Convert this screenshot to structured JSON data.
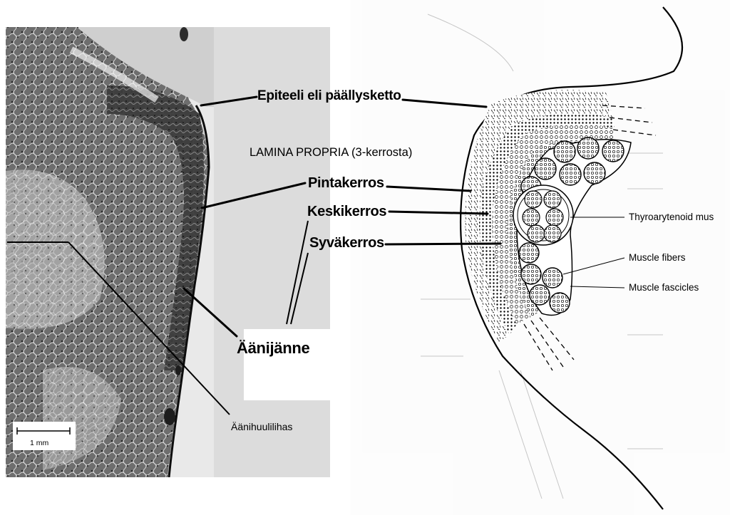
{
  "labels": {
    "epiteeli": "Epiteeli eli päällysketto",
    "lamina_propria": "LAMINA PROPRIA (3-kerrosta)",
    "pintakerros": "Pintakerros",
    "keskikerros": "Keskikerros",
    "syvakerros": "Syväkerros",
    "aanijanne": "Äänijänne",
    "aanihuulilihas": "Äänihuulilihas",
    "scale_bar": "1 mm",
    "thyroarytenoid": "Thyroarytenoid mus",
    "muscle_fibers": "Muscle fibers",
    "muscle_fascicles": "Muscle fascicles"
  },
  "colors": {
    "ink": "#000000",
    "tissue_dark": "#3a3a3a",
    "tissue_light": "#9a9a9a",
    "paper": "#ffffff",
    "faded": "#c9c9c9"
  },
  "icons": {
    "scale": "scale-bar-icon"
  }
}
